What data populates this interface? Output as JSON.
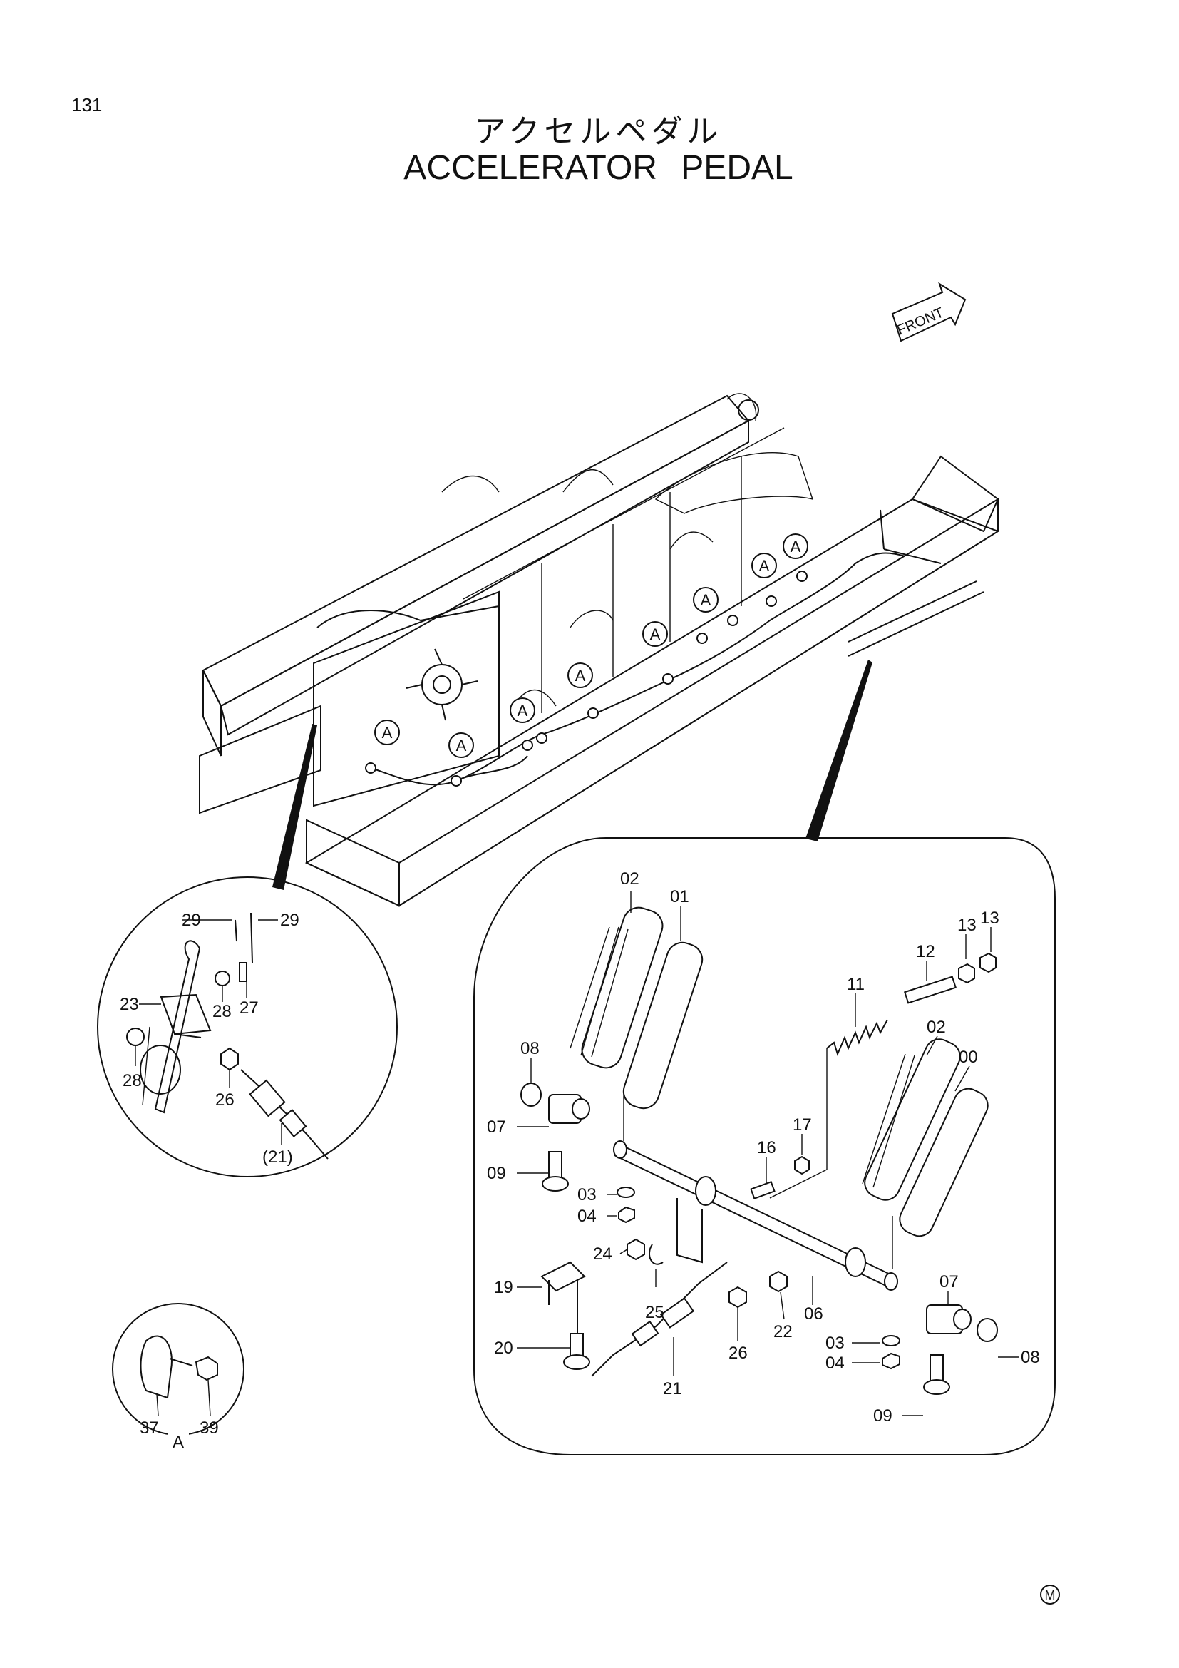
{
  "page_number": "131",
  "title_jp": "アクセルペダル",
  "title_en_words": [
    "ACCELERATOR",
    "PEDAL"
  ],
  "front_label": "FRONT",
  "callout_letter": "A",
  "detail_a_label": "A",
  "maker_mark": "M",
  "left_detail_labels": {
    "l29a": "29",
    "l29b": "29",
    "l23": "23",
    "l28a": "28",
    "l27": "27",
    "l28b": "28",
    "l26": "26",
    "l21": "(21)"
  },
  "detail_a_parts": {
    "l37": "37",
    "l39": "39"
  },
  "main_detail_labels": {
    "l02a": "02",
    "l01": "01",
    "l13a": "13",
    "l13b": "13",
    "l12": "12",
    "l11": "11",
    "l02b": "02",
    "l00": "00",
    "l08a": "08",
    "l07a": "07",
    "l09a": "09",
    "l03a": "03",
    "l04a": "04",
    "l16": "16",
    "l17": "17",
    "l24": "24",
    "l19": "19",
    "l25": "25",
    "l22": "22",
    "l06": "06",
    "l20": "20",
    "l26": "26",
    "l21": "21",
    "l07b": "07",
    "l03b": "03",
    "l04b": "04",
    "l08b": "08",
    "l09b": "09"
  }
}
